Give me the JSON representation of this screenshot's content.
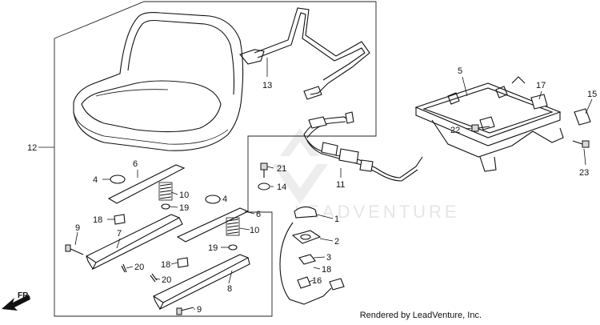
{
  "watermark": "LEADVENTURE",
  "direction_label": "FR.",
  "footer": "Rendered by LeadVenture, Inc.",
  "callouts": {
    "c1": "1",
    "c2": "2",
    "c3": "3",
    "c4a": "4",
    "c4b": "4",
    "c5": "5",
    "c6a": "6",
    "c6b": "6",
    "c7": "7",
    "c8": "8",
    "c9a": "9",
    "c9b": "9",
    "c10a": "10",
    "c10b": "10",
    "c11": "11",
    "c12": "12",
    "c13": "13",
    "c14": "14",
    "c15": "15",
    "c16": "16",
    "c17": "17",
    "c18a": "18",
    "c18b": "18",
    "c18c": "18",
    "c19a": "19",
    "c19b": "19",
    "c20a": "20",
    "c20b": "20",
    "c21": "21",
    "c22": "22",
    "c23": "23"
  }
}
